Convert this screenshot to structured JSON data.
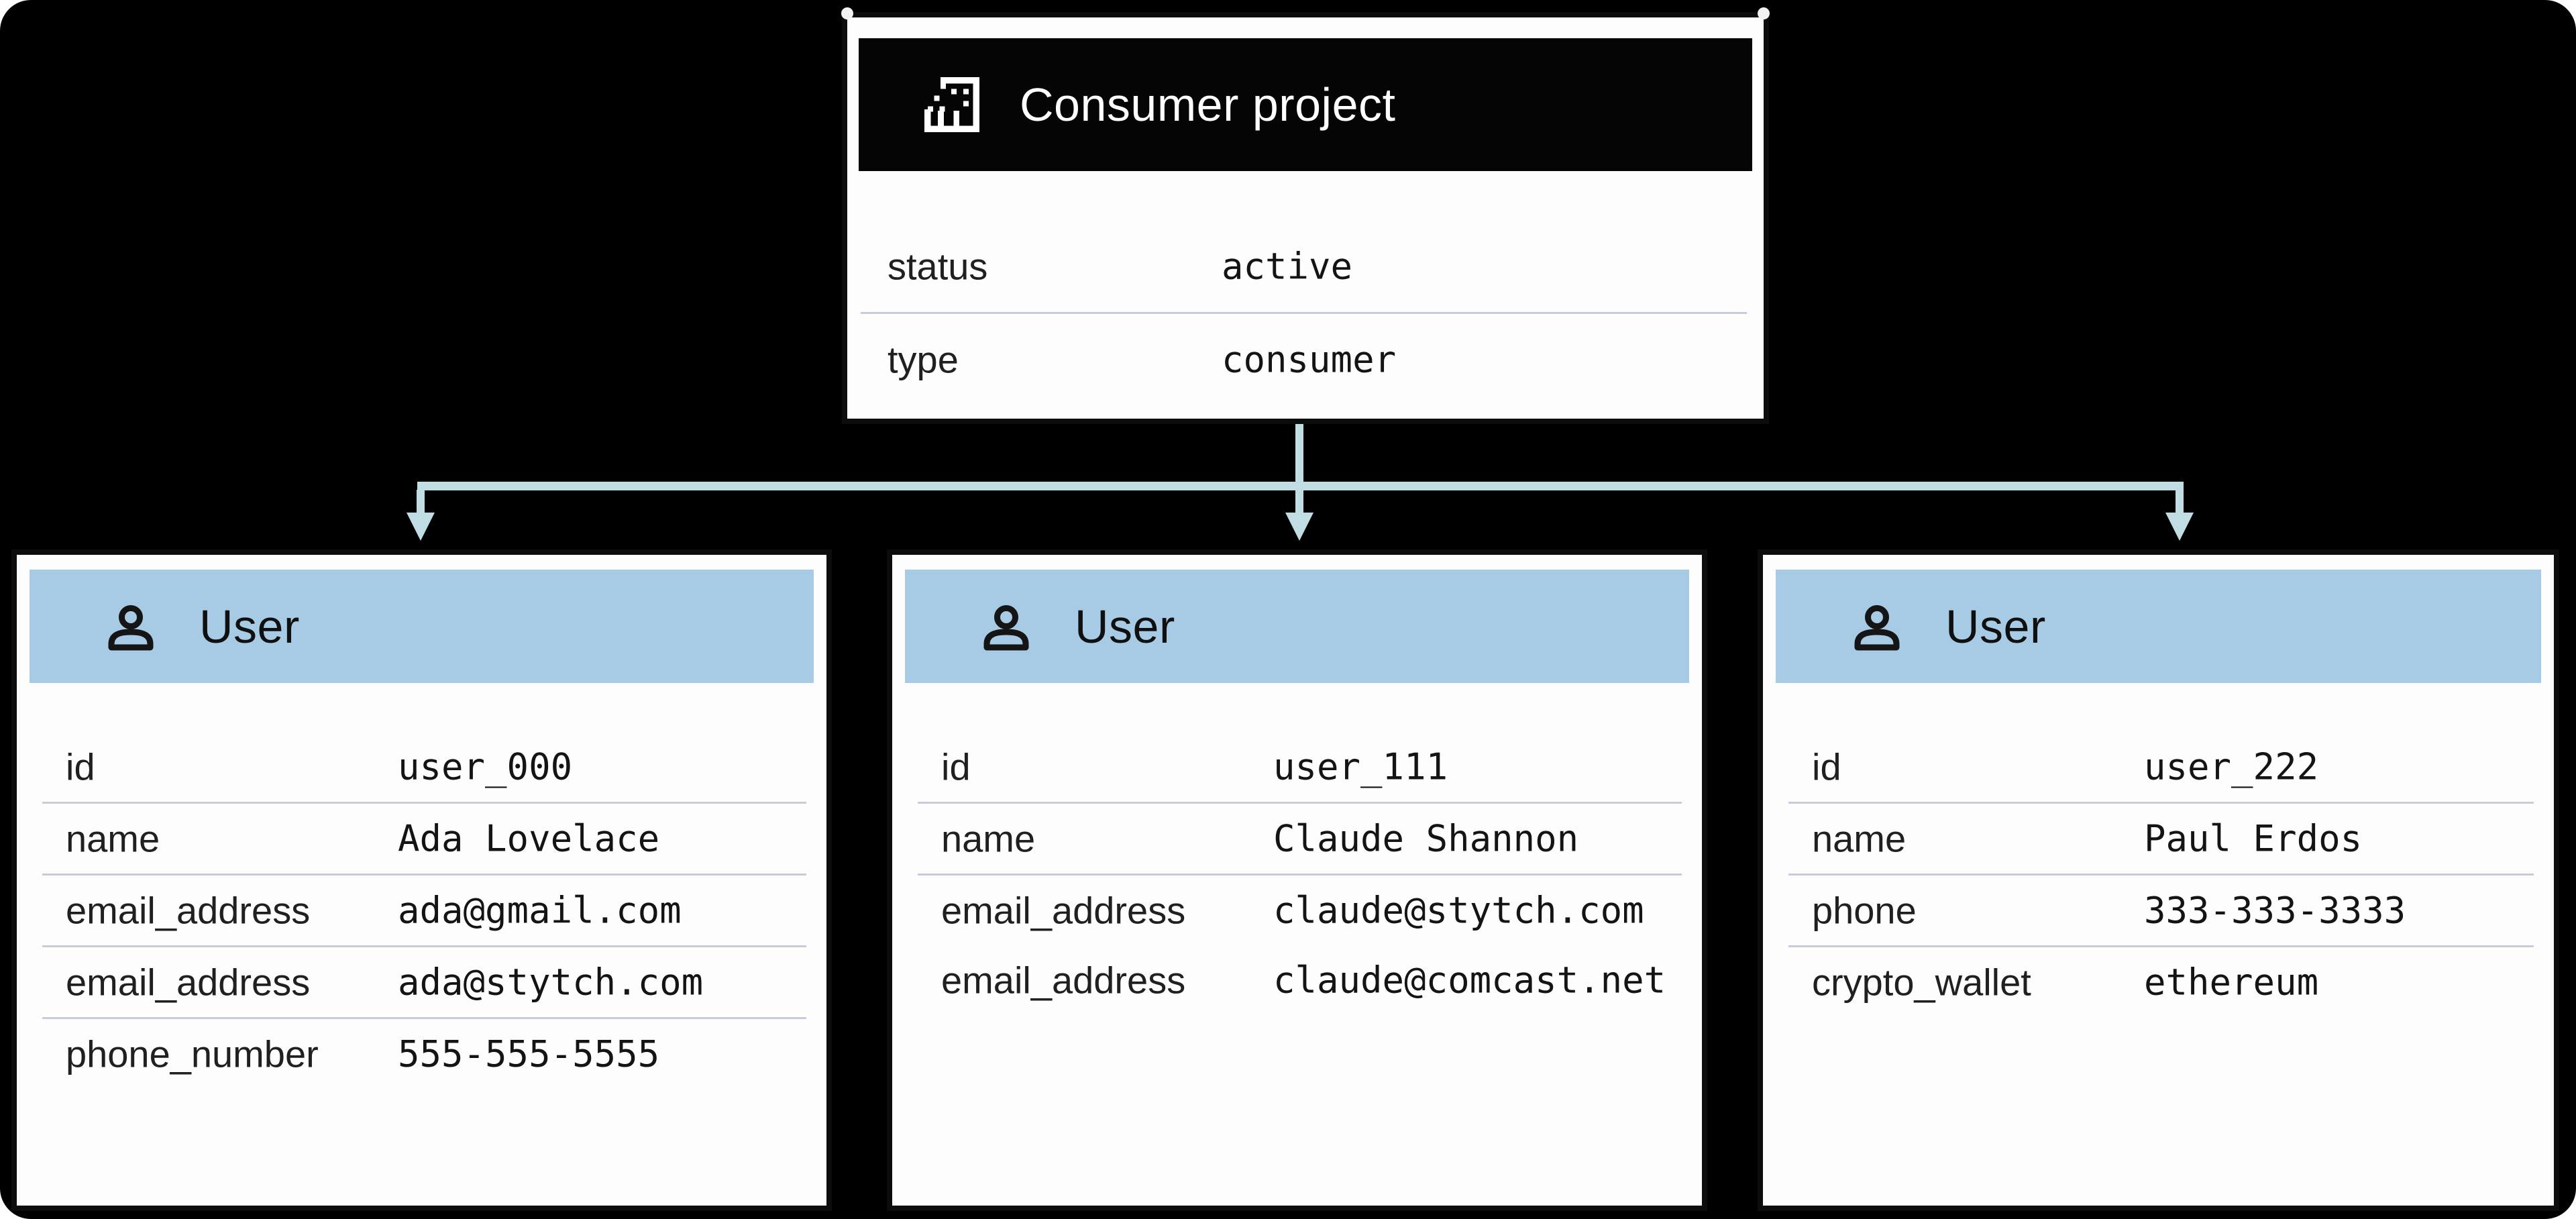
{
  "diagram_title": "Consumer project and users entity diagram",
  "colors": {
    "canvas_bg": "#000000",
    "card_bg": "#fdfdfd",
    "card_border": "#0c0c0c",
    "project_header_bg": "#050505",
    "project_header_text": "#ffffff",
    "user_header_bg": "#a8cbe5",
    "connector": "#bfdde3",
    "divider": "#c7cbdb",
    "label_text": "#202020",
    "value_text": "#141414",
    "icon_dark": "#151515",
    "icon_light": "#ffffff"
  },
  "project_card": {
    "title": "Consumer project",
    "icon": "building-pixel-icon",
    "rows": [
      {
        "label": "status",
        "value": "active",
        "divider": true
      },
      {
        "label": "type",
        "value": "consumer",
        "divider": false
      }
    ]
  },
  "user_cards": [
    {
      "title": "User",
      "icon": "person-icon",
      "rows": [
        {
          "label": "id",
          "value": "user_000",
          "divider": true
        },
        {
          "label": "name",
          "value": "Ada Lovelace",
          "divider": true
        },
        {
          "label": "email_address",
          "value": "ada@gmail.com",
          "divider": true
        },
        {
          "label": "email_address",
          "value": "ada@stytch.com",
          "divider": true
        },
        {
          "label": "phone_number",
          "value": "555-555-5555",
          "divider": false
        }
      ]
    },
    {
      "title": "User",
      "icon": "person-icon",
      "rows": [
        {
          "label": "id",
          "value": "user_111",
          "divider": true
        },
        {
          "label": "name",
          "value": "Claude Shannon",
          "divider": true
        },
        {
          "label": "email_address",
          "value": "claude@stytch.com",
          "divider": false
        },
        {
          "label": "email_address",
          "value": "claude@comcast.net",
          "divider": false
        }
      ]
    },
    {
      "title": "User",
      "icon": "person-icon",
      "rows": [
        {
          "label": "id",
          "value": "user_222",
          "divider": true
        },
        {
          "label": "name",
          "value": "Paul Erdos",
          "divider": true
        },
        {
          "label": "phone",
          "value": "333-333-3333",
          "divider": true
        },
        {
          "label": "crypto_wallet",
          "value": "ethereum",
          "divider": false
        }
      ]
    }
  ]
}
